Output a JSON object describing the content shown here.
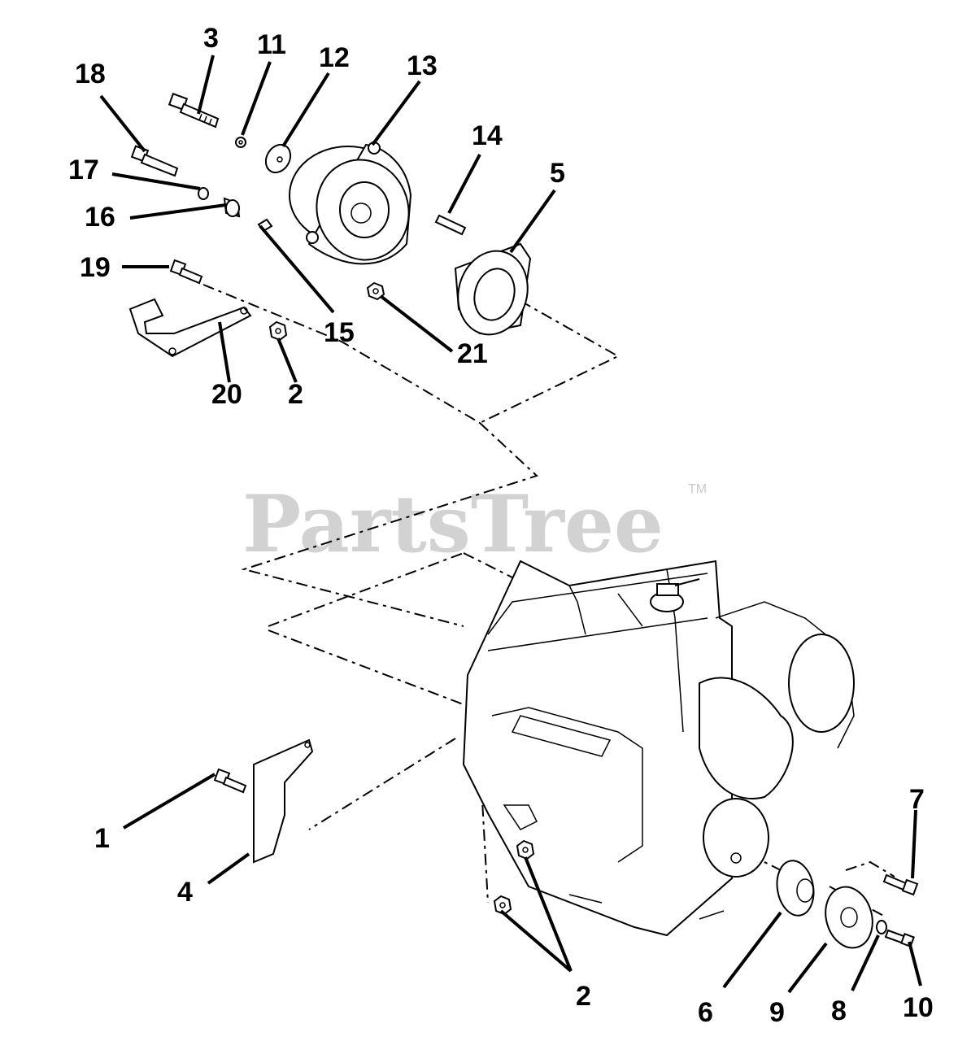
{
  "watermark": {
    "text": "PartsTree",
    "tm": "TM"
  },
  "callouts": [
    {
      "id": "3",
      "label": "3"
    },
    {
      "id": "11",
      "label": "11"
    },
    {
      "id": "12",
      "label": "12"
    },
    {
      "id": "13",
      "label": "13"
    },
    {
      "id": "18",
      "label": "18"
    },
    {
      "id": "17",
      "label": "17"
    },
    {
      "id": "16",
      "label": "16"
    },
    {
      "id": "14",
      "label": "14"
    },
    {
      "id": "5",
      "label": "5"
    },
    {
      "id": "19",
      "label": "19"
    },
    {
      "id": "15",
      "label": "15"
    },
    {
      "id": "21",
      "label": "21"
    },
    {
      "id": "20",
      "label": "20"
    },
    {
      "id": "2a",
      "label": "2"
    },
    {
      "id": "1",
      "label": "1"
    },
    {
      "id": "4",
      "label": "4"
    },
    {
      "id": "7",
      "label": "7"
    },
    {
      "id": "2b",
      "label": "2"
    },
    {
      "id": "6",
      "label": "6"
    },
    {
      "id": "9",
      "label": "9"
    },
    {
      "id": "8",
      "label": "8"
    },
    {
      "id": "10",
      "label": "10"
    }
  ]
}
